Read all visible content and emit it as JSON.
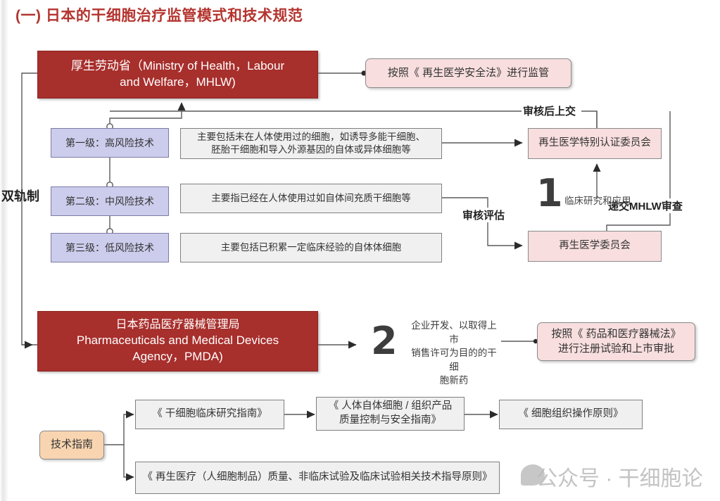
{
  "title": "(一) 日本的干细胞治疗监管模式和技术规范",
  "colors": {
    "title": "#b4342f",
    "agency_box": "#a72f2c",
    "level_box": "#ccccec",
    "desc_box": "#f0f0f0",
    "committee_box": "#f8dede",
    "guideline_root_box": "#f8d5b0"
  },
  "agencies": {
    "mhlw": {
      "line1": "厚生劳动省（Ministry of Health，Labour",
      "line2": "and Welfare，MHLW)"
    },
    "pmda": {
      "line1": "日本药品医疗器械管理局",
      "line2": "Pharmaceuticals and Medical Devices",
      "line3": "Agency，PMDA)"
    }
  },
  "left_label": "双轨制",
  "notes": {
    "mhlw_law": "按照《 再生医学安全法》进行监管",
    "pmda_law_line1": "按照《 药品和医疗器械法》",
    "pmda_law_line2": "进行注册试验和上市审批"
  },
  "levels": [
    {
      "name": "第一级：高风险技术",
      "desc_line1": "主要包括未在人体使用过的细胞，如诱导多能干细胞、",
      "desc_line2": "胚胎干细胞和导入外源基因的自体或异体细胞等"
    },
    {
      "name": "第二级：中风险技术",
      "desc_line1": "主要指已经在人体使用过如自体间充质干细胞等",
      "desc_line2": ""
    },
    {
      "name": "第三级：低风险技术",
      "desc_line1": "主要包括已积累一定临床经验的自体体细胞",
      "desc_line2": ""
    }
  ],
  "committees": {
    "special": "再生医学特别认证委员会",
    "regular": "再生医学委员会"
  },
  "flow_labels": {
    "after_review_submit": "审核后上交",
    "review_assessment": "审核评估",
    "submit_mhlw": "递交MHLW审查",
    "clinical_research": "临床研究和应用",
    "enterprise_line1": "企业开发、以取得上市",
    "enterprise_line2": "销售许可为目的的干细",
    "enterprise_line3": "胞新药"
  },
  "track_numbers": {
    "one": "1",
    "two": "2"
  },
  "guidelines": {
    "root": "技术指南",
    "items": [
      {
        "text": "《 干细胞临床研究指南》",
        "line2": ""
      },
      {
        "text": "《 人体自体细胞 / 组织产品",
        "line2": "质量控制与安全指南》"
      },
      {
        "text": "《 细胞组织操作原则》",
        "line2": ""
      }
    ],
    "bottom": "《 再生医疗（人细胞制品）质量、非临床试验及临床试验相关技术指导原则》"
  },
  "watermark": {
    "text": "公众号 · 干细胞论"
  }
}
